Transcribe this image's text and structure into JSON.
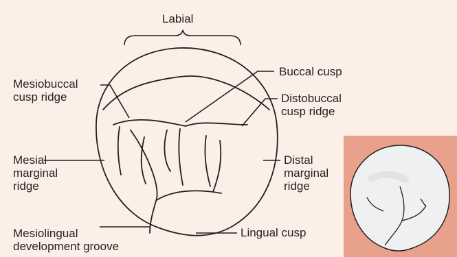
{
  "labels": {
    "labial": "Labial",
    "mesiobuccal_cusp_ridge_1": "Mesiobuccal",
    "mesiobuccal_cusp_ridge_2": "cusp ridge",
    "buccal_cusp": "Buccal cusp",
    "distobuccal_cusp_ridge_1": "Distobuccal",
    "distobuccal_cusp_ridge_2": "cusp ridge",
    "mesial_marginal_ridge_1": "Mesial",
    "mesial_marginal_ridge_2": "marginal",
    "mesial_marginal_ridge_3": "ridge",
    "distal_marginal_ridge_1": "Distal",
    "distal_marginal_ridge_2": "marginal",
    "distal_marginal_ridge_3": "ridge",
    "mesiolingual_groove_1": "Mesiolingual",
    "mesiolingual_groove_2": "development groove",
    "lingual_cusp": "Lingual cusp"
  },
  "colors": {
    "diagram_background": "#fbefe8",
    "photo_background": "#e8a28c",
    "line": "#231f20",
    "tooth_fill": "#eef0f1"
  }
}
